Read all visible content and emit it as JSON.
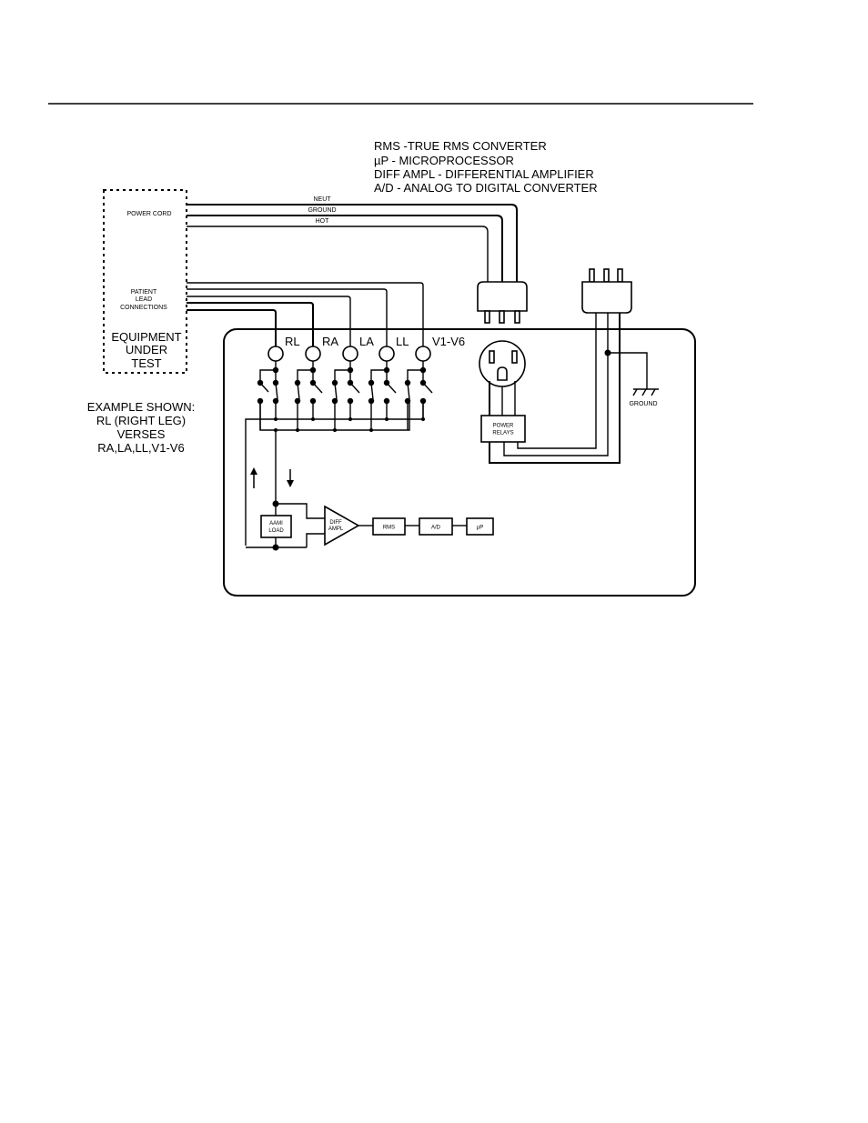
{
  "legend": {
    "lines": [
      "RMS -TRUE RMS CONVERTER",
      "µP - MICROPROCESSOR",
      "DIFF AMPL - DIFFERENTIAL AMPLIFIER",
      "A/D - ANALOG TO DIGITAL CONVERTER"
    ]
  },
  "equipment": {
    "power_cord_label": "POWER CORD",
    "patient_lead_label": [
      "PATIENT",
      "LEAD",
      "CONNECTIONS"
    ],
    "title": [
      "EQUIPMENT",
      "UNDER",
      "TEST"
    ]
  },
  "power_wires": {
    "neut": "NEUT",
    "ground": "GROUND",
    "hot": "HOT"
  },
  "leads": [
    "RL",
    "RA",
    "LA",
    "LL",
    "V1-V6"
  ],
  "example_note": [
    "EXAMPLE SHOWN:",
    "RL (RIGHT LEG)",
    "VERSES",
    "RA,LA,LL,V1-V6"
  ],
  "blocks": {
    "aami_load": [
      "AAMI",
      "LOAD"
    ],
    "diff_ampl": [
      "DIFF",
      "AMPL"
    ],
    "rms": "RMS",
    "ad": "A/D",
    "up": "µP",
    "power_relays": [
      "POWER",
      "RELAYS"
    ],
    "ground_label": "GROUND"
  }
}
